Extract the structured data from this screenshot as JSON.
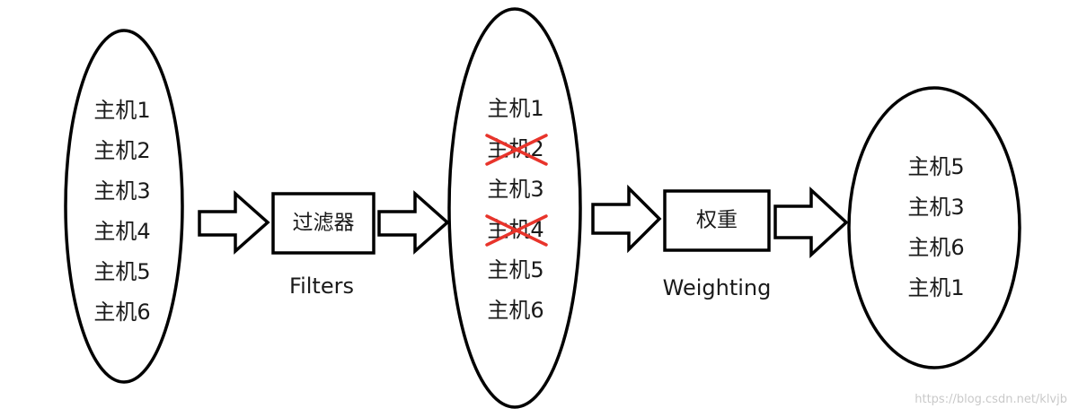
{
  "input_hosts": [
    "主机1",
    "主机2",
    "主机3",
    "主机4",
    "主机5",
    "主机6"
  ],
  "filtered_hosts": [
    {
      "label": "主机1",
      "removed": false
    },
    {
      "label": "主机2",
      "removed": true
    },
    {
      "label": "主机3",
      "removed": false
    },
    {
      "label": "主机4",
      "removed": true
    },
    {
      "label": "主机5",
      "removed": false
    },
    {
      "label": "主机6",
      "removed": false
    }
  ],
  "weighted_hosts": [
    "主机5",
    "主机3",
    "主机6",
    "主机1"
  ],
  "filter_box": {
    "label": "过滤器",
    "caption": "Filters"
  },
  "weight_box": {
    "label": "权重",
    "caption": "Weighting"
  },
  "watermark": "https://blog.csdn.net/klvjb",
  "colors": {
    "stroke": "#000000",
    "cross": "#e8342b",
    "watermark": "#c9c9c9"
  }
}
